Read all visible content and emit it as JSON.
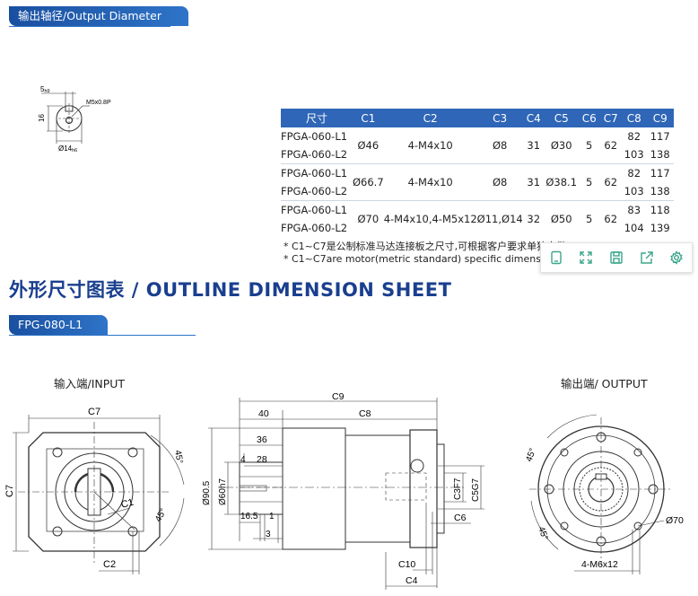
{
  "top_tag": "输出轴径/Output Diameter",
  "shaft_drawing": {
    "dim_key": "5",
    "dim_key_sub": "h9",
    "dim_height": "16",
    "thread": "M5x0.8P",
    "diameter": "Ø14",
    "diameter_sub": "h6"
  },
  "table": {
    "headers": [
      "尺寸",
      "C1",
      "C2",
      "C3",
      "C4",
      "C5",
      "C6",
      "C7",
      "C8",
      "C9"
    ],
    "groups": [
      {
        "models": [
          "FPGA-060-L1",
          "FPGA-060-L2"
        ],
        "c1": "Ø46",
        "c2": "4-M4x10",
        "c3": "Ø8",
        "c4": "31",
        "c5": "Ø30",
        "c6": "5",
        "c7": "62",
        "c8": [
          "82",
          "103"
        ],
        "c9": [
          "117",
          "138"
        ]
      },
      {
        "models": [
          "FPGA-060-L1",
          "FPGA-060-L2"
        ],
        "c1": "Ø66.7",
        "c2": "4-M4x10",
        "c3": "Ø8",
        "c4": "31",
        "c5": "Ø38.1",
        "c6": "5",
        "c7": "62",
        "c8": [
          "82",
          "103"
        ],
        "c9": [
          "117",
          "138"
        ]
      },
      {
        "models": [
          "FPGA-060-L1",
          "FPGA-060-L2"
        ],
        "c1": "Ø70",
        "c2": "4-M4x10,4-M5x12",
        "c3": "Ø11,Ø14",
        "c4": "32",
        "c5": "Ø50",
        "c6": "5",
        "c7": "62",
        "c8": [
          "83",
          "104"
        ],
        "c9": [
          "118",
          "139"
        ]
      }
    ]
  },
  "notes": [
    "* C1~C7是公制标准马达连接板之尺寸,可根据客户要求单独定做",
    "* C1~C7are motor(metric standard)  specific dimension"
  ],
  "toolbar": {
    "icons": [
      "tablet-icon",
      "expand-icon",
      "save-icon",
      "share-icon",
      "settings-icon"
    ]
  },
  "heading": "外形尺寸图表 / OUTLINE DIMENSION SHEET",
  "model_tag": "FPG-080-L1",
  "input_view": {
    "label": "输入端/INPUT",
    "c7_top": "C7",
    "c7_left": "C7",
    "c1": "C1",
    "c2": "C2",
    "angle1": "45°",
    "angle2": "45°"
  },
  "side_view": {
    "c9": "C9",
    "d40": "40",
    "c8": "C8",
    "d36": "36",
    "d4": "4",
    "d28": "28",
    "d905": "Ø90.5",
    "d60": "Ø60h7",
    "c3": "C3F7",
    "c5": "C5G7",
    "c6": "C6",
    "d165": "16.5",
    "d1": "1",
    "d3": "3",
    "c10": "C10",
    "c4": "C4"
  },
  "output_view": {
    "label": "输出端/ OUTPUT",
    "angle1": "45°",
    "angle2": "45°",
    "d70": "Ø70",
    "holes": "4-M6x12"
  }
}
